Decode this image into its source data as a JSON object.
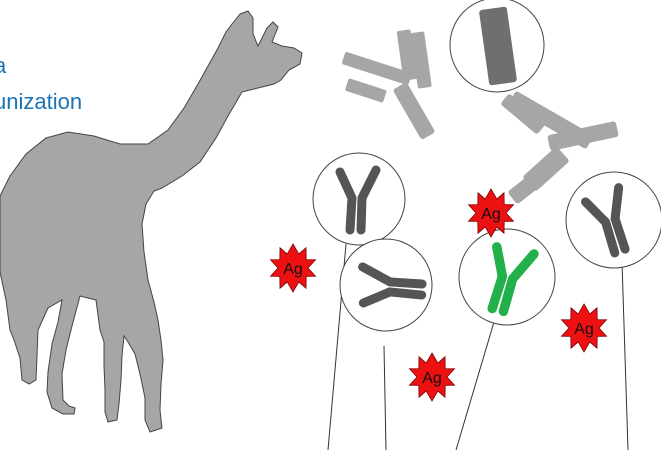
{
  "title": {
    "line1": "a",
    "line2": "unization"
  },
  "antigen": {
    "label": "Ag",
    "color": "#ee1111"
  },
  "colors": {
    "title": "#1b73b3",
    "llama": "#a6a6a6",
    "antibody_dark": "#555555",
    "antibody_light": "#a6a6a6",
    "antibody_bound": "#22b04b"
  }
}
